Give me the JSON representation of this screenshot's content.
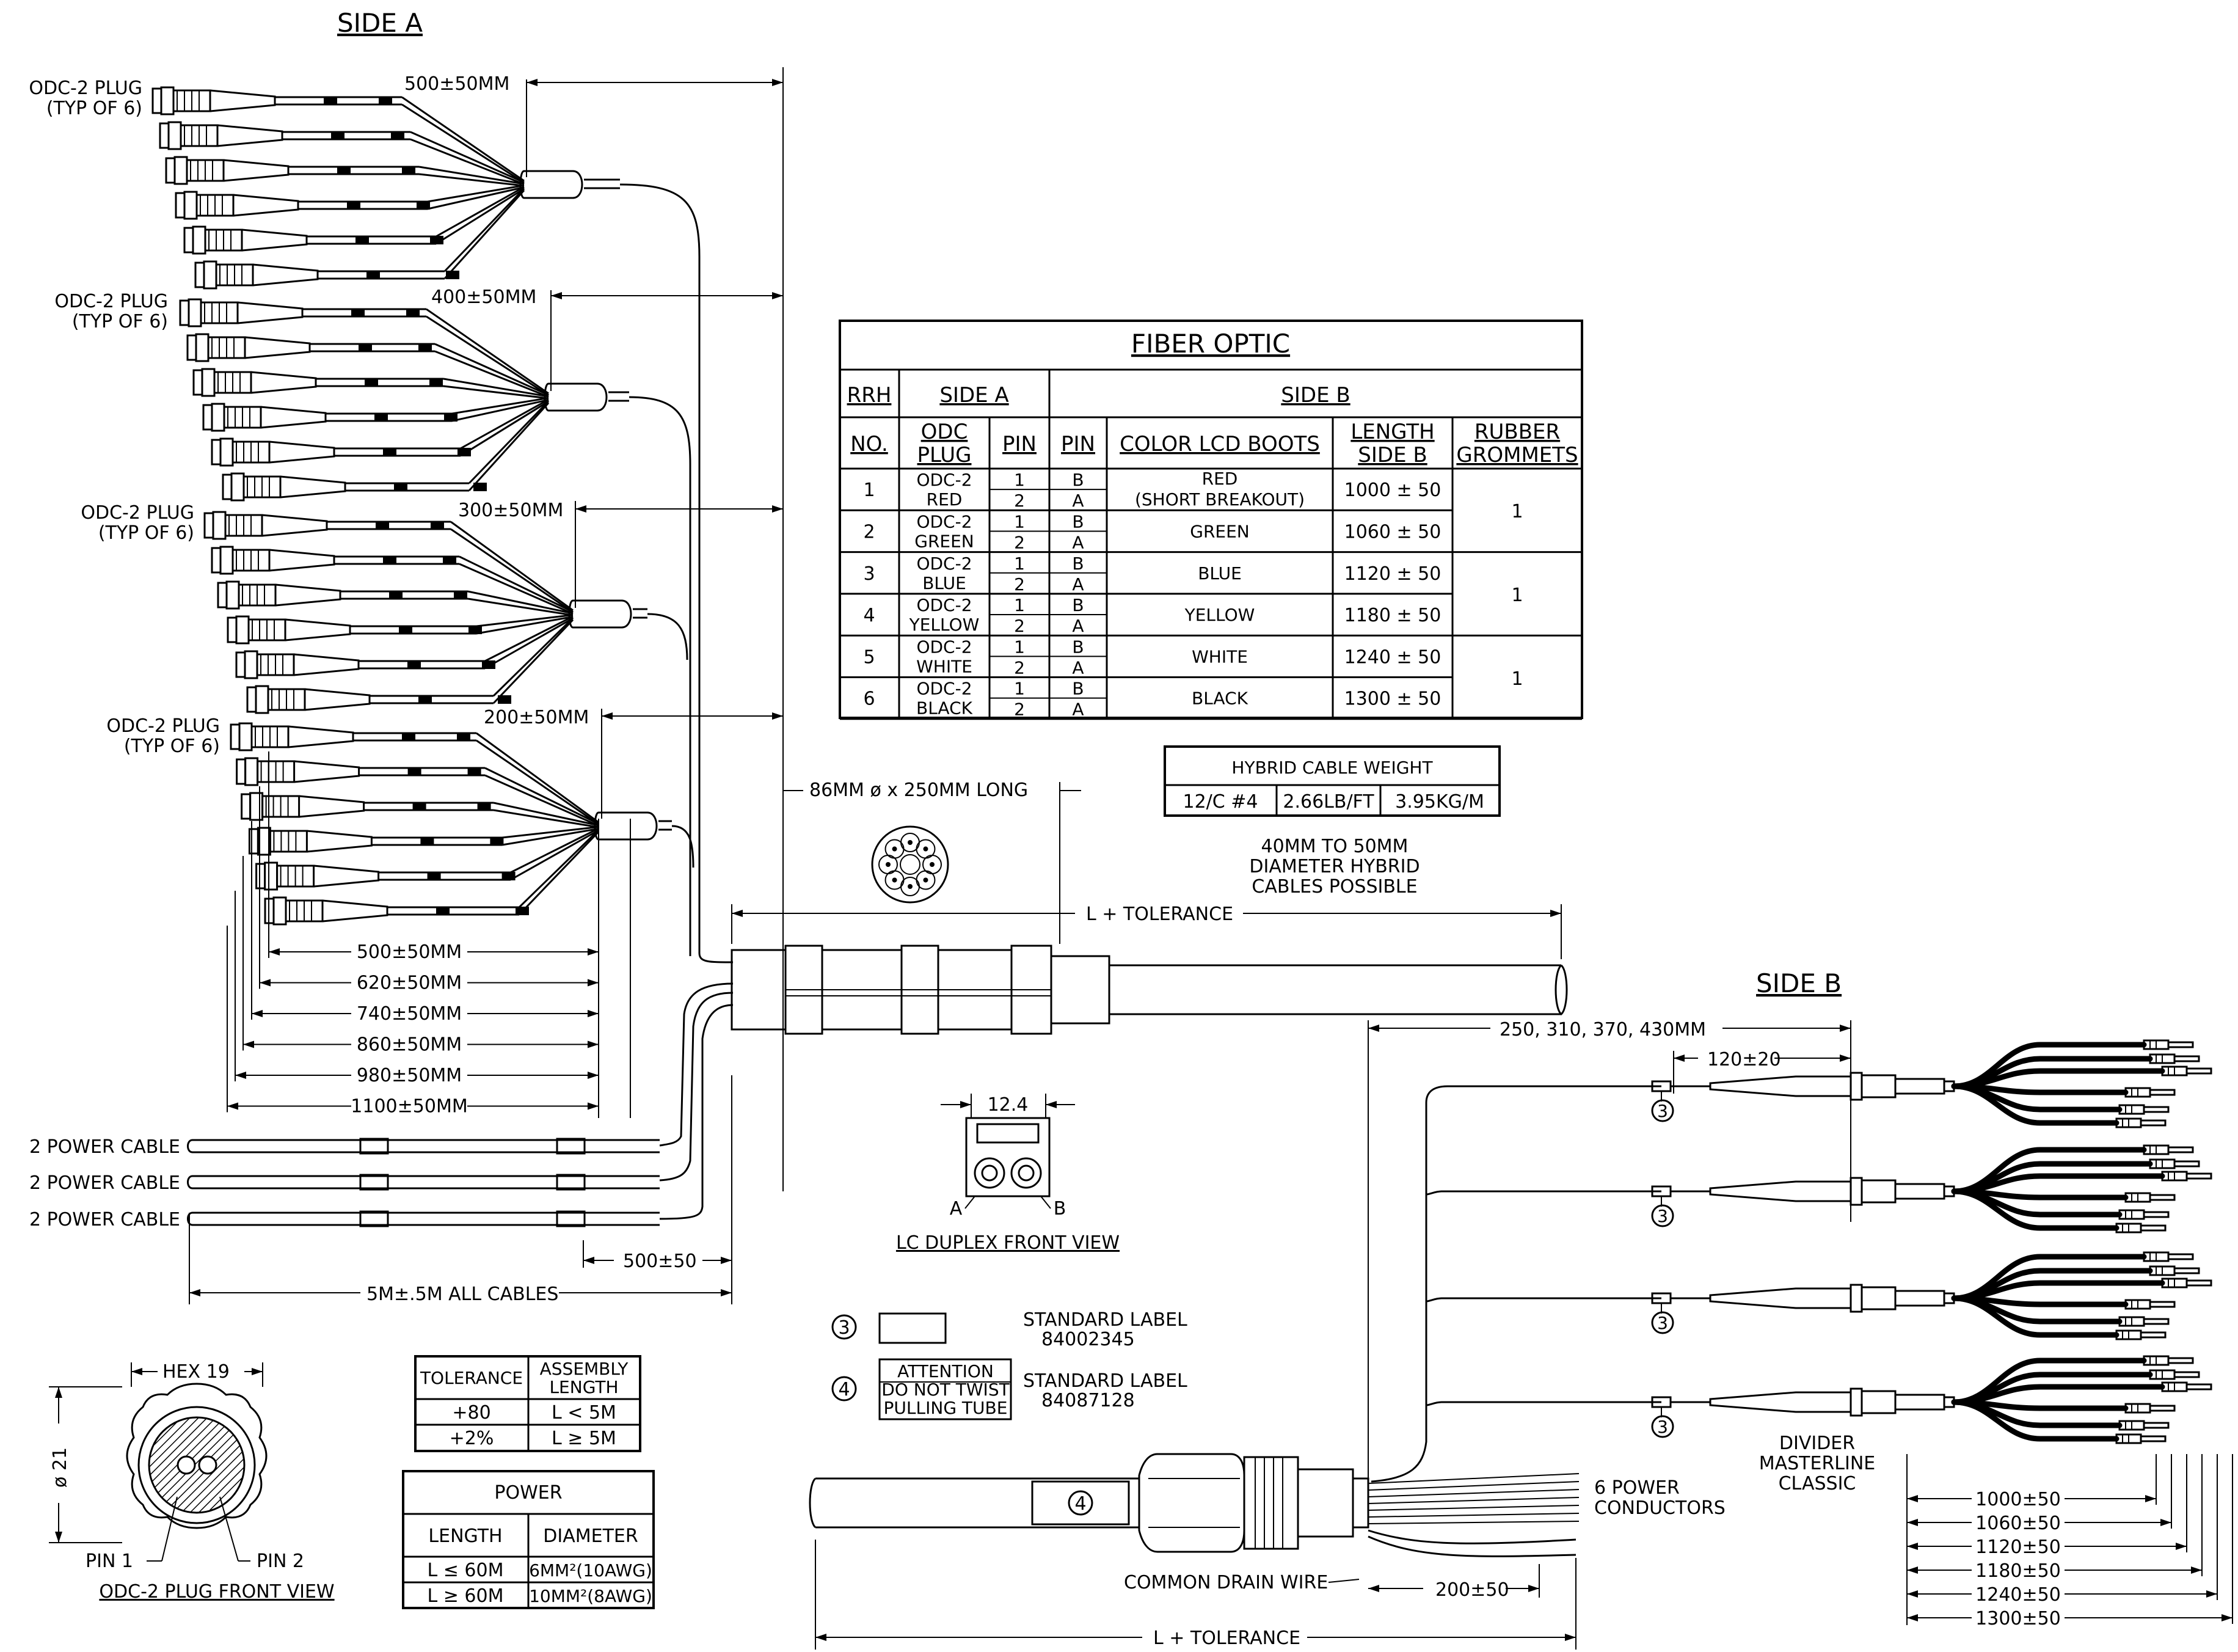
{
  "titles": {
    "side_a": "SIDE A",
    "side_b": "SIDE B"
  },
  "odc_labels": [
    {
      "line1": "ODC-2 PLUG",
      "line2": "(TYP OF 6)"
    },
    {
      "line1": "ODC-2 PLUG",
      "line2": "(TYP OF 6)"
    },
    {
      "line1": "ODC-2 PLUG",
      "line2": "(TYP OF 6)"
    },
    {
      "line1": "ODC-2 PLUG",
      "line2": "(TYP OF 6)"
    }
  ],
  "breakout_dims": [
    "500±50MM",
    "400±50MM",
    "300±50MM",
    "200±50MM"
  ],
  "stagger_dims": [
    "500±50MM",
    "620±50MM",
    "740±50MM",
    "860±50MM",
    "980±50MM",
    "1100±50MM"
  ],
  "power_cables": [
    "2 POWER CABLE",
    "2 POWER CABLE",
    "2 POWER CABLE"
  ],
  "power_dims": {
    "short": "500±50",
    "all": "5M±.5M ALL CABLES"
  },
  "connector_note": "86MM ø x 250MM LONG",
  "l_tolerance": "L + TOLERANCE",
  "hybrid_note": [
    "40MM TO 50MM",
    "DIAMETER HYBRID",
    "CABLES POSSIBLE"
  ],
  "fiber_table": {
    "title": "FIBER OPTIC",
    "group_headers": {
      "rrh": "RRH",
      "side_a": "SIDE A",
      "side_b": "SIDE B"
    },
    "headers": {
      "no": "NO.",
      "odc_plug": [
        "ODC",
        "PLUG"
      ],
      "pin_a": "PIN",
      "pin_b": "PIN",
      "color": "COLOR LCD BOOTS",
      "length": [
        "LENGTH",
        "SIDE B"
      ],
      "grommets": [
        "RUBBER",
        "GROMMETS"
      ]
    },
    "rows": [
      {
        "no": "1",
        "plug": "ODC-2",
        "color_name": "RED",
        "pins": [
          "1",
          "2"
        ],
        "pins_b": [
          "B",
          "A"
        ],
        "boots": [
          "RED",
          "(SHORT BREAKOUT)"
        ],
        "length": "1000 ± 50"
      },
      {
        "no": "2",
        "plug": "ODC-2",
        "color_name": "GREEN",
        "pins": [
          "1",
          "2"
        ],
        "pins_b": [
          "B",
          "A"
        ],
        "boots": [
          "GREEN"
        ],
        "length": "1060 ± 50"
      },
      {
        "no": "3",
        "plug": "ODC-2",
        "color_name": "BLUE",
        "pins": [
          "1",
          "2"
        ],
        "pins_b": [
          "B",
          "A"
        ],
        "boots": [
          "BLUE"
        ],
        "length": "1120 ± 50"
      },
      {
        "no": "4",
        "plug": "ODC-2",
        "color_name": "YELLOW",
        "pins": [
          "1",
          "2"
        ],
        "pins_b": [
          "B",
          "A"
        ],
        "boots": [
          "YELLOW"
        ],
        "length": "1180 ± 50"
      },
      {
        "no": "5",
        "plug": "ODC-2",
        "color_name": "WHITE",
        "pins": [
          "1",
          "2"
        ],
        "pins_b": [
          "B",
          "A"
        ],
        "boots": [
          "WHITE"
        ],
        "length": "1240 ± 50"
      },
      {
        "no": "6",
        "plug": "ODC-2",
        "color_name": "BLACK",
        "pins": [
          "1",
          "2"
        ],
        "pins_b": [
          "B",
          "A"
        ],
        "boots": [
          "BLACK"
        ],
        "length": "1300 ± 50"
      }
    ],
    "grommets": [
      "1",
      "1",
      "1"
    ]
  },
  "weight_table": {
    "title": "HYBRID CABLE WEIGHT",
    "cells": [
      "12/C #4",
      "2.66LB/FT",
      "3.95KG/M"
    ]
  },
  "lc_view": {
    "dim": "12.4",
    "a": "A",
    "b": "B",
    "caption": "LC DUPLEX FRONT VIEW"
  },
  "side_b_dims": {
    "lengths": "250, 310, 370, 430MM",
    "offset": "120±20",
    "drain": "200±50"
  },
  "side_b_stagger": [
    "1000±50",
    "1060±50",
    "1120±50",
    "1180±50",
    "1240±50",
    "1300±50"
  ],
  "balloons": {
    "three": "3",
    "four": "4"
  },
  "labels_legend": [
    {
      "marker": "3",
      "name": "STANDARD LABEL",
      "part": "84002345",
      "box_text": []
    },
    {
      "marker": "4",
      "name": "STANDARD LABEL",
      "part": "84087128",
      "box_text": [
        "ATTENTION",
        "DO NOT TWIST",
        "PULLING TUBE"
      ]
    }
  ],
  "side_b_notes": {
    "power_conductors": [
      "6 POWER",
      "CONDUCTORS"
    ],
    "drain_wire": "COMMON DRAIN WIRE",
    "divider": [
      "DIVIDER",
      "MASTERLINE",
      "CLASSIC"
    ]
  },
  "tolerance_table": {
    "headers": [
      "TOLERANCE",
      [
        "ASSEMBLY",
        "LENGTH"
      ]
    ],
    "rows": [
      [
        "+80",
        "L < 5M"
      ],
      [
        "+2%",
        "L ≥ 5M"
      ]
    ]
  },
  "power_table": {
    "title": "POWER",
    "headers": [
      "LENGTH",
      "DIAMETER"
    ],
    "rows": [
      [
        "L ≤ 60M",
        "6MM²(10AWG)"
      ],
      [
        "L ≥ 60M",
        "10MM²(8AWG)"
      ]
    ]
  },
  "odc_view": {
    "hex": "HEX 19",
    "dia": "ø 21",
    "pin1": "PIN 1",
    "pin2": "PIN 2",
    "caption": "ODC-2 PLUG FRONT VIEW"
  }
}
